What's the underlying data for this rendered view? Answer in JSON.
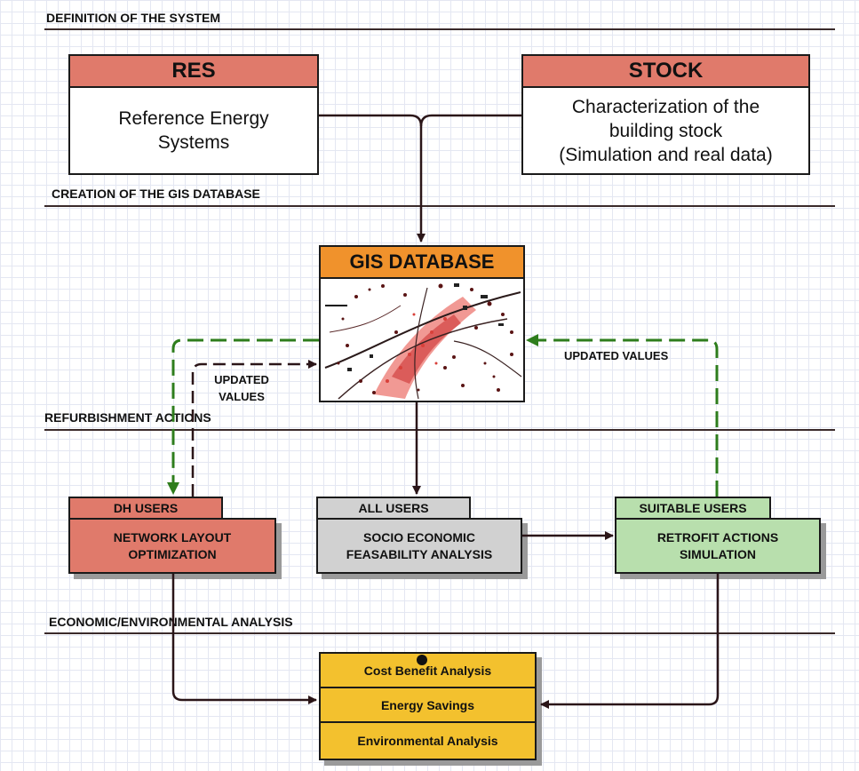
{
  "sections": {
    "definition": "DEFINITION OF THE SYSTEM",
    "creation": "CREATION OF THE GIS DATABASE",
    "refurbishment": "REFURBISHMENT ACTIONS",
    "analysis": "ECONOMIC/ENVIRONMENTAL ANALYSIS"
  },
  "res": {
    "title": "RES",
    "line1": "Reference Energy",
    "line2": "Systems"
  },
  "stock": {
    "title": "STOCK",
    "line1": "Characterization of the",
    "line2": "building stock",
    "line3": "(Simulation and real data)"
  },
  "gis": {
    "title": "GIS DATABASE"
  },
  "flow_labels": {
    "updated_values_right": "UPDATED VALUES",
    "updated_left_line1": "UPDATED",
    "updated_left_line2": "VALUES"
  },
  "dh": {
    "tab": "DH USERS",
    "line1": "NETWORK LAYOUT",
    "line2": "OPTIMIZATION"
  },
  "all": {
    "tab": "ALL USERS",
    "line1": "SOCIO ECONOMIC",
    "line2": "FEASABILITY ANALYSIS"
  },
  "suitable": {
    "tab": "SUITABLE USERS",
    "line1": "RETROFIT ACTIONS",
    "line2": "SIMULATION"
  },
  "results": {
    "items": [
      "Cost Benefit Analysis",
      "Energy Savings",
      "Environmental Analysis"
    ]
  },
  "colors": {
    "res_header": "#e07a6b",
    "stock_header": "#e07a6b",
    "gis_header": "#f0922c",
    "dh_fill": "#e07a6b",
    "all_fill": "#d1d1d1",
    "suitable_fill": "#b8dfad",
    "results_fill": "#f3c12e",
    "green_dashed": "#2e7d1c",
    "arrow": "#2a1518"
  }
}
